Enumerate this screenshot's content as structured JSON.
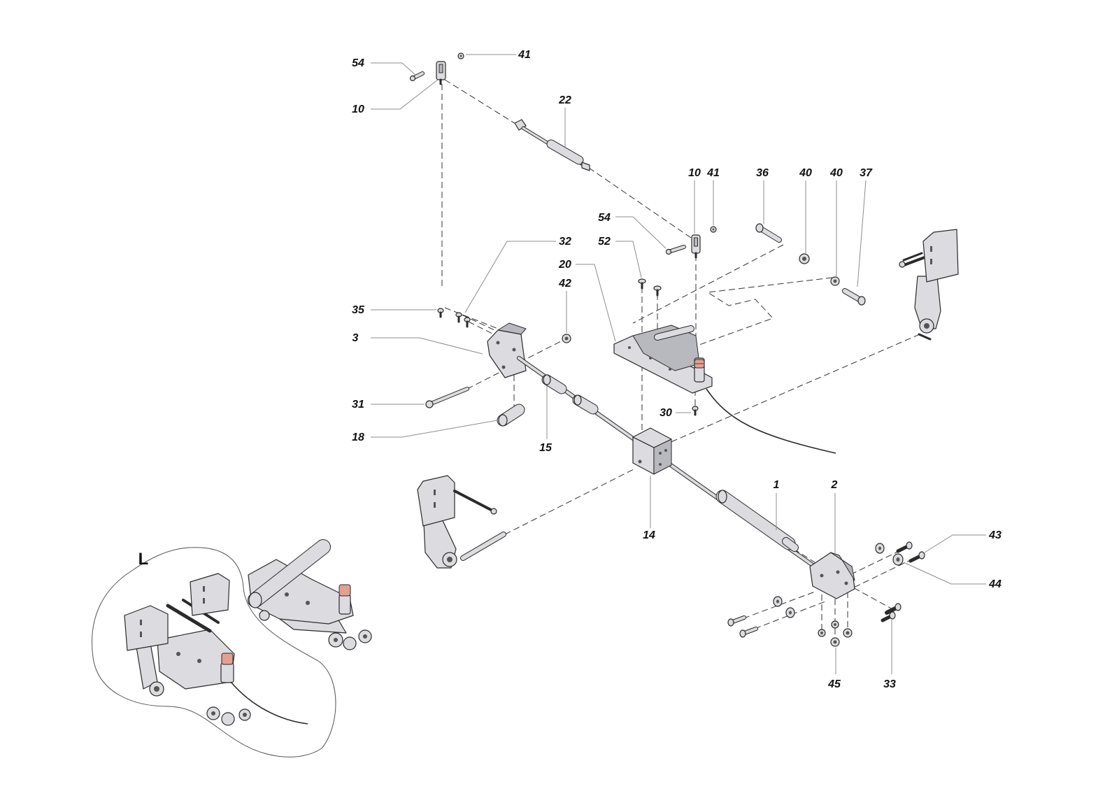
{
  "diagram": {
    "callouts": [
      "54",
      "41",
      "10",
      "22",
      "10",
      "41",
      "36",
      "40",
      "40",
      "37",
      "54",
      "52",
      "32",
      "20",
      "42",
      "35",
      "3",
      "31",
      "18",
      "15",
      "30",
      "14",
      "1",
      "2",
      "43",
      "44",
      "45",
      "33"
    ],
    "inset_label": "L"
  },
  "colors": {
    "part_fill": "#dcdce0",
    "part_shade": "#b8b8bf",
    "outline": "#2a2a2a",
    "spring": "#e2a093",
    "dash": "#333333",
    "leader": "#8c8c8c"
  }
}
